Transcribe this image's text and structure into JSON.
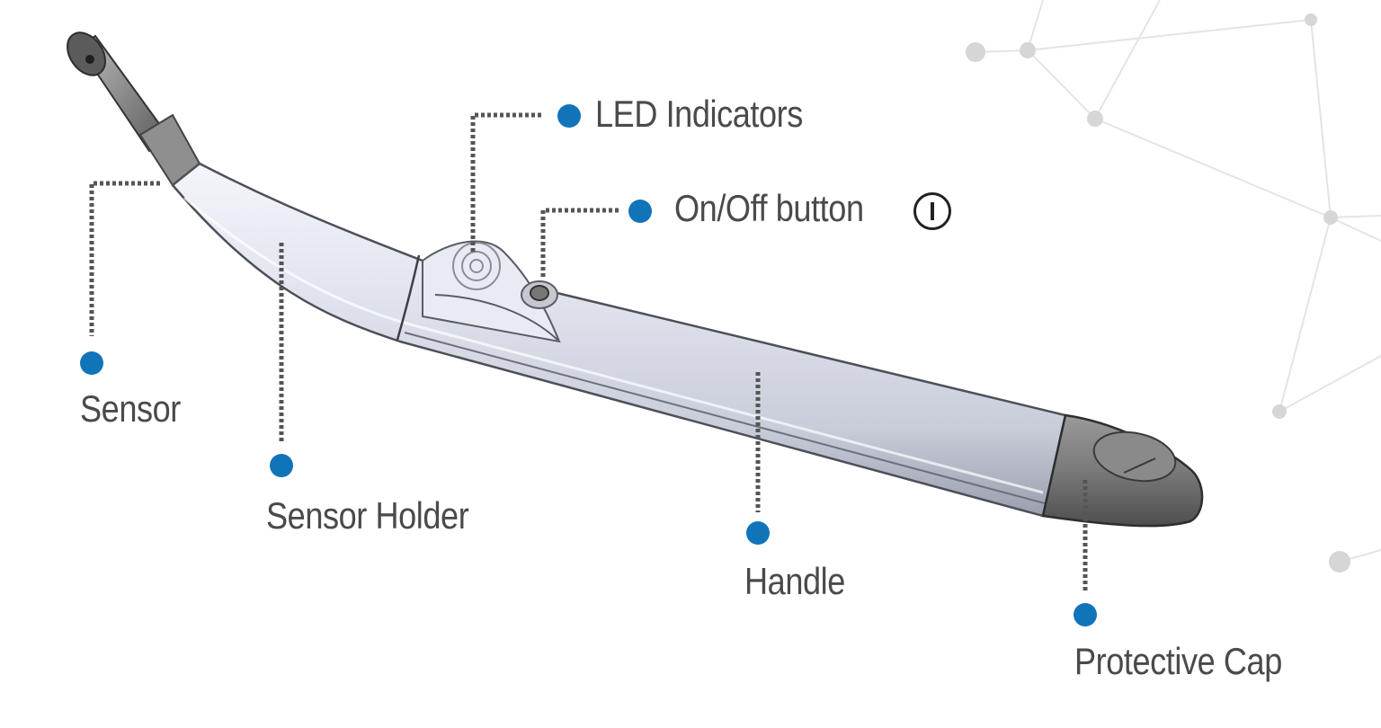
{
  "colors": {
    "accent_dot": "#1274b8",
    "leader_line": "#555555",
    "label_text": "#4a4a4a",
    "body_silver": "#d8dbe6",
    "cap_grey": "#7a7a7a",
    "network_grey": "#cfcfcf"
  },
  "labels": {
    "sensor": "Sensor",
    "sensor_holder": "Sensor Holder",
    "led_indicators": "LED Indicators",
    "on_off_button": "On/Off button",
    "handle": "Handle",
    "protective_cap": "Protective Cap"
  },
  "icons": {
    "power": "power-symbol-icon"
  }
}
